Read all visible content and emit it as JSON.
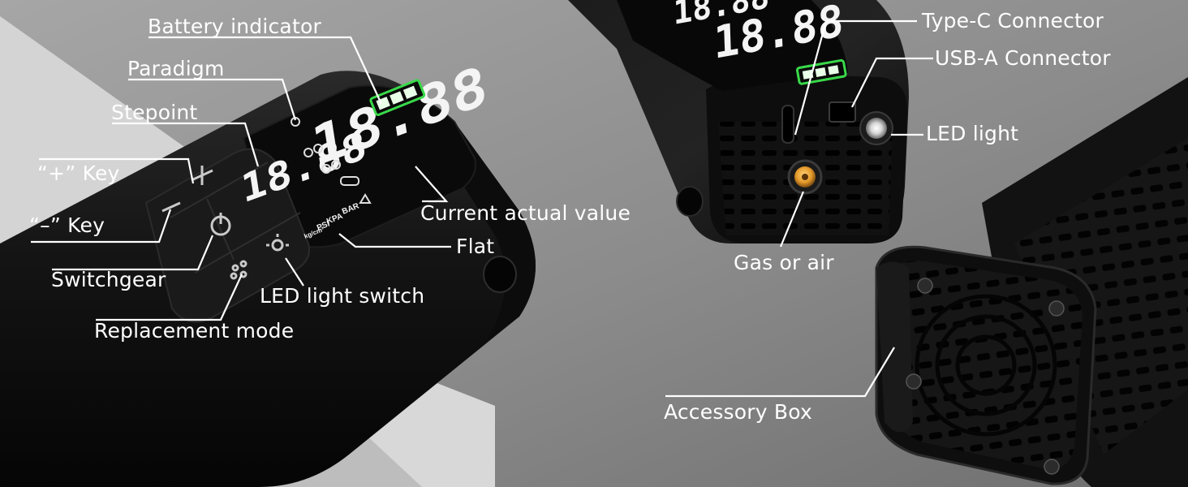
{
  "callouts": {
    "battery_indicator": "Battery indicator",
    "paradigm": "Paradigm",
    "stepoint": "Stepoint",
    "plus_key": "“+” Key",
    "minus_key": "“–” Key",
    "switchgear": "Switchgear",
    "replacement_mode": "Replacement mode",
    "led_light_switch": "LED light switch",
    "current_actual_value": "Current actual value",
    "flat": "Flat",
    "type_c_connector": "Type-C Connector",
    "usb_a_connector": "USB-A Connector",
    "led_light": "LED light",
    "gas_or_air": "Gas or air",
    "accessory_box": "Accessory Box"
  },
  "display": {
    "main_reading": "18.88",
    "set_reading": "18.88",
    "unit_bar": "BAR",
    "unit_kpa": "KPA",
    "unit_psi": "PSI",
    "unit_kgcm": "kg/cm²"
  },
  "colors": {
    "background": "#8f8f8f",
    "device_body": "#151515",
    "display_digits": "#f4f4f4",
    "battery_green": "#39d94a",
    "nozzle_brass": "#e59a2a",
    "callout_line": "#ffffff"
  },
  "icons": [
    "bicycle-icon",
    "motorcycle-icon",
    "car-icon",
    "ball-icon",
    "sun-icon",
    "power-icon",
    "fan-icon"
  ]
}
